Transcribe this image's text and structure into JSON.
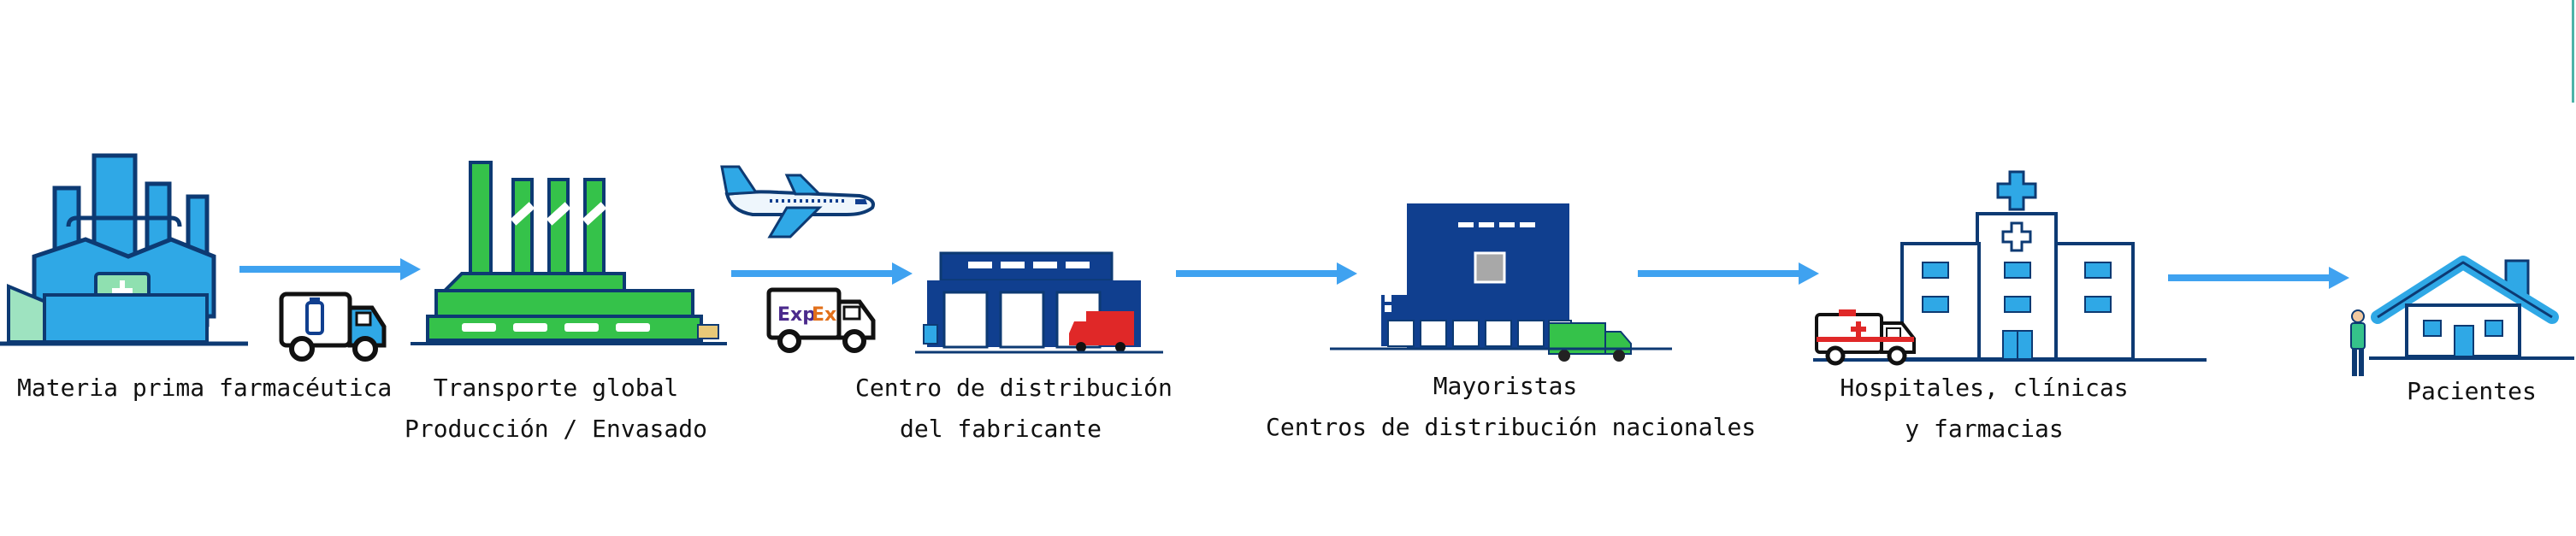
{
  "stages": [
    {
      "id": "raw",
      "lines": [
        "Materia prima farmacéutica"
      ]
    },
    {
      "id": "transport",
      "lines": [
        "Transporte global",
        "Producción / Envasado"
      ]
    },
    {
      "id": "manufacturer",
      "lines": [
        "Centro de distribución",
        "del fabricante"
      ]
    },
    {
      "id": "wholesale",
      "lines": [
        "Mayoristas",
        "Centros de distribución nacionales"
      ]
    },
    {
      "id": "hospitals",
      "lines": [
        "Hospitales, clínicas",
        "y farmacias"
      ]
    },
    {
      "id": "patients",
      "lines": [
        "Pacientes"
      ]
    }
  ],
  "truck_logo": {
    "exp": "Exp",
    "ex": "Ex"
  },
  "colors": {
    "arrow": "#3fa2f0",
    "blue_light": "#2fa8e6",
    "blue_dark": "#103f8f",
    "green": "#35c24a",
    "outline": "#0d3a73",
    "red": "#e02828"
  }
}
